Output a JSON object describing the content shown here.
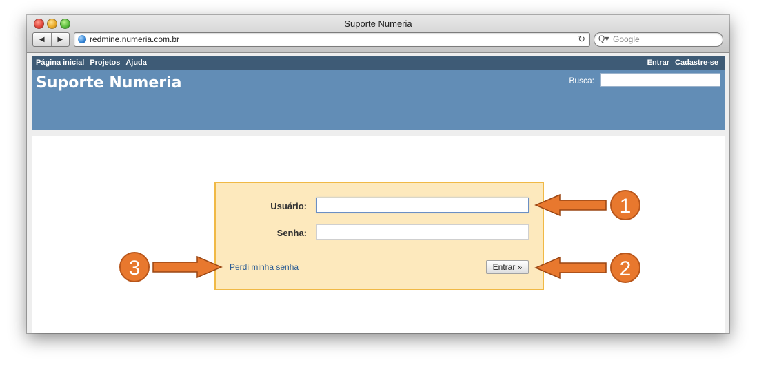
{
  "browser": {
    "title": "Suporte Numeria",
    "back_glyph": "◀",
    "forward_glyph": "▶",
    "url": "redmine.numeria.com.br",
    "reload_glyph": "↻",
    "search_icon_glyph": "Q▾",
    "search_placeholder": "Google"
  },
  "top_menu": {
    "left": [
      "Página inicial",
      "Projetos",
      "Ajuda"
    ],
    "right": [
      "Entrar",
      "Cadastre-se"
    ]
  },
  "header": {
    "site_title": "Suporte Numeria",
    "search_label": "Busca:"
  },
  "login": {
    "username_label": "Usuário:",
    "password_label": "Senha:",
    "lost_password": "Perdi minha senha",
    "submit": "Entrar »"
  },
  "callouts": {
    "one": "1",
    "two": "2",
    "three": "3",
    "color": "#e8782e"
  }
}
